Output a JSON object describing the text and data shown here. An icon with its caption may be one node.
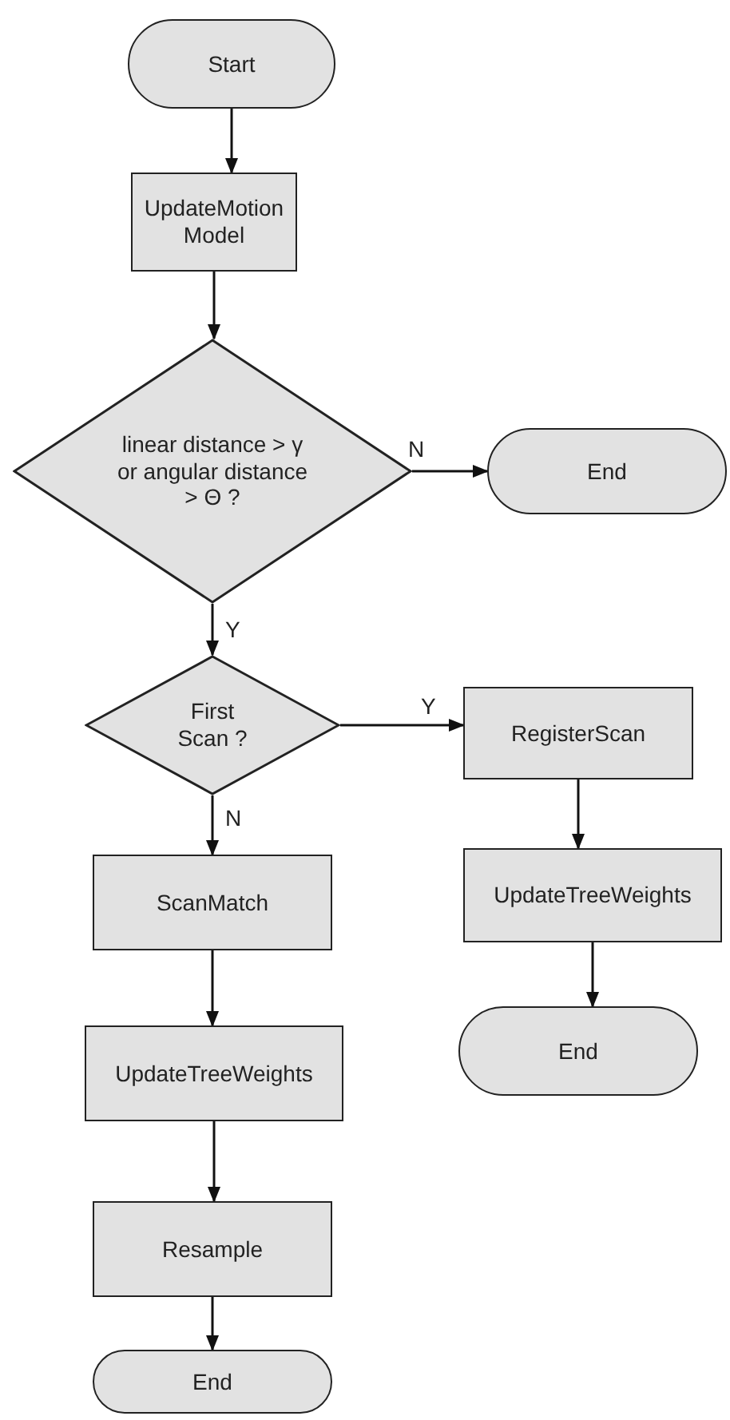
{
  "diagram": {
    "nodes": [
      {
        "text": [
          "Start"
        ]
      },
      {
        "text": [
          "UpdateMotion Model"
        ]
      },
      {
        "text": [
          "linear distance > γ or angular distance > Θ ?"
        ]
      },
      {
        "text": [
          "End"
        ]
      },
      {
        "text": [
          "First Scan ?"
        ]
      },
      {
        "text": [
          "RegisterScan"
        ]
      },
      {
        "text": [
          "UpdateTreeWeights"
        ]
      },
      {
        "text": [
          "End"
        ]
      },
      {
        "text": [
          "ScanMatch"
        ]
      },
      {
        "text": [
          "UpdateTreeWeights"
        ]
      },
      {
        "text": [
          "Resample"
        ]
      },
      {
        "text": [
          "End"
        ]
      }
    ],
    "edges": [
      {
        "from": 0,
        "to": 1,
        "arrow": "to"
      },
      {
        "from": 1,
        "to": 2,
        "arrow": "to"
      },
      {
        "from": 2,
        "to": 3,
        "arrow": "to",
        "label": "N"
      },
      {
        "from": 2,
        "to": 4,
        "arrow": "to",
        "label": "Y"
      },
      {
        "from": 4,
        "to": 5,
        "arrow": "to",
        "label": "Y"
      },
      {
        "from": 4,
        "to": 8,
        "arrow": "to",
        "label": "N"
      },
      {
        "from": 5,
        "to": 6,
        "arrow": "to"
      },
      {
        "from": 6,
        "to": 7,
        "arrow": "to"
      },
      {
        "from": 8,
        "to": 9,
        "arrow": "to"
      },
      {
        "from": 9,
        "to": 10,
        "arrow": "to"
      },
      {
        "from": 10,
        "to": 11,
        "arrow": "to"
      }
    ]
  }
}
